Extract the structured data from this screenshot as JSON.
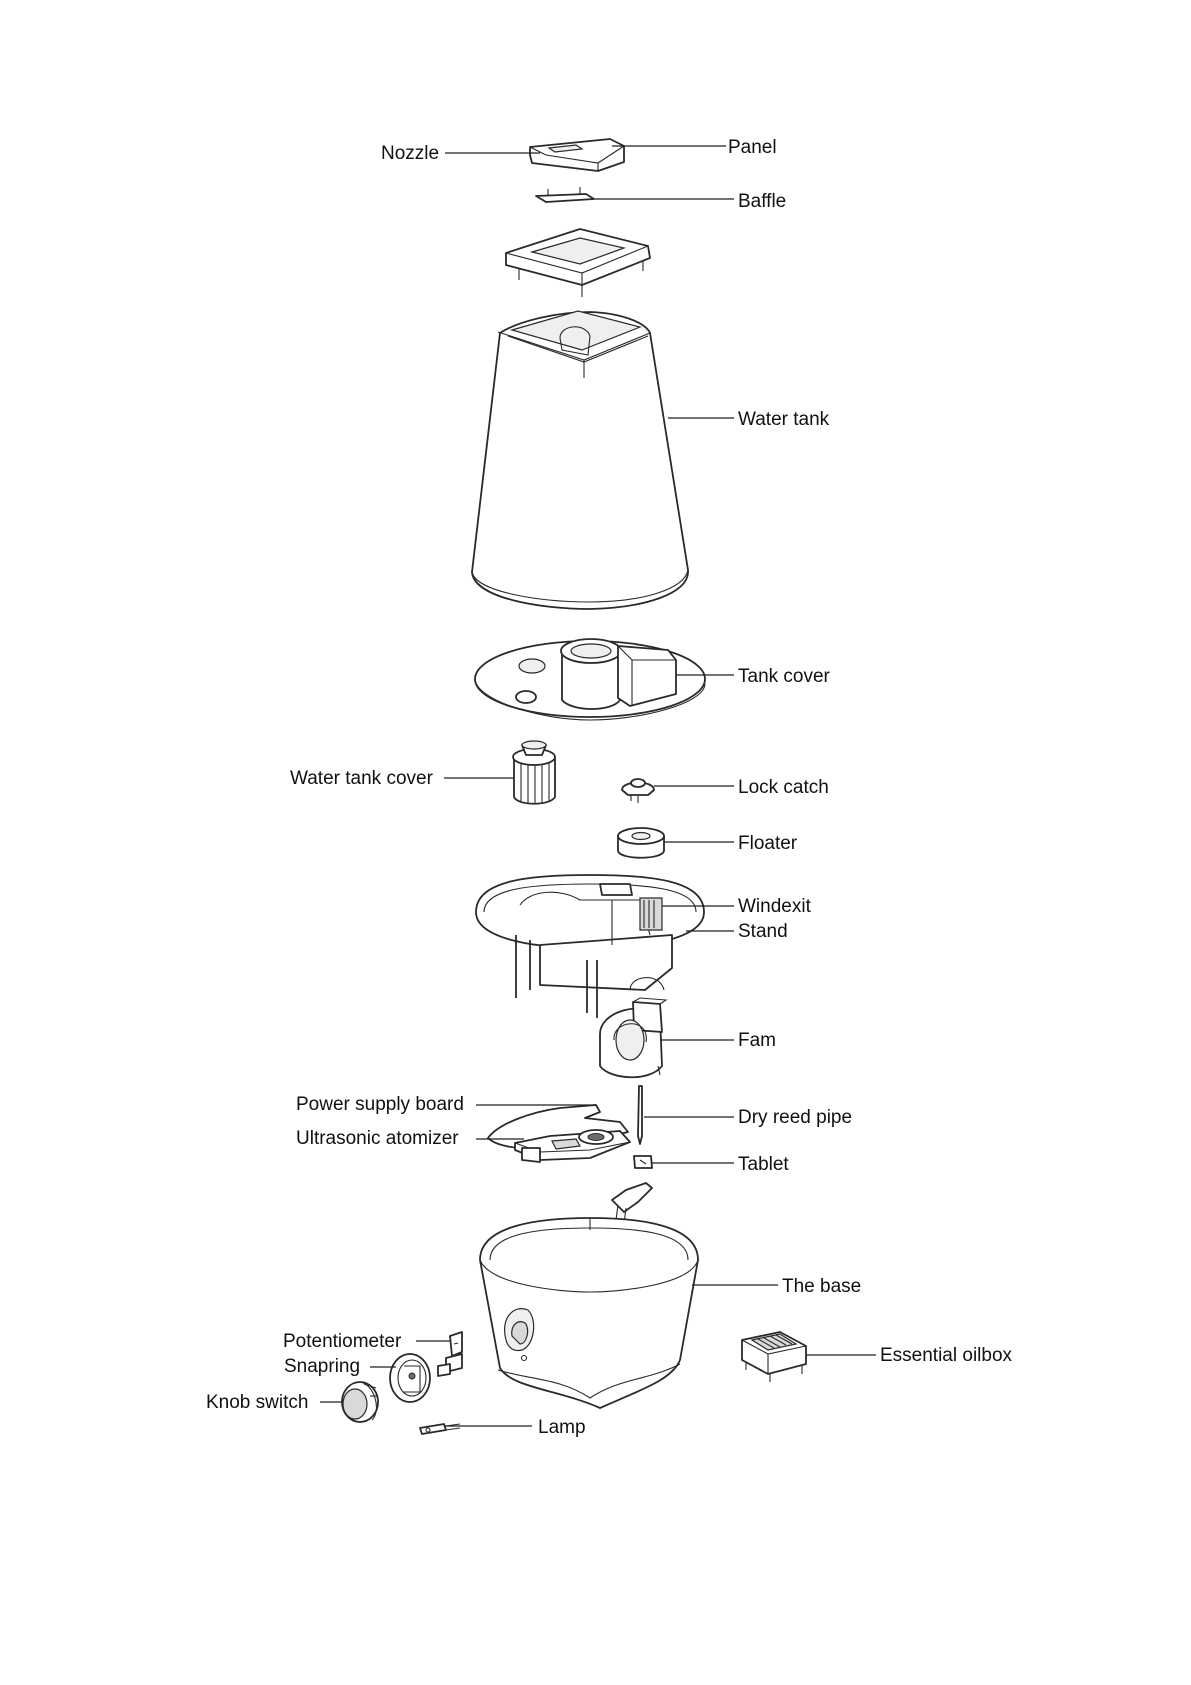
{
  "labels": {
    "nozzle": "Nozzle",
    "panel": "Panel",
    "baffle": "Baffle",
    "water_tank": "Water tank",
    "tank_cover": "Tank cover",
    "water_tank_cover": "Water tank cover",
    "lock_catch": "Lock catch",
    "floater": "Floater",
    "windexit": "Windexit",
    "stand": "Stand",
    "fam": "Fam",
    "power_supply_board": "Power supply board",
    "dry_reed_pipe": "Dry reed pipe",
    "ultrasonic_atomizer": "Ultrasonic atomizer",
    "tablet": "Tablet",
    "the_base": "The base",
    "potentiometer": "Potentiometer",
    "essential_oilbox": "Essential oilbox",
    "snapring": "Snapring",
    "knob_switch": "Knob switch",
    "lamp": "Lamp"
  }
}
